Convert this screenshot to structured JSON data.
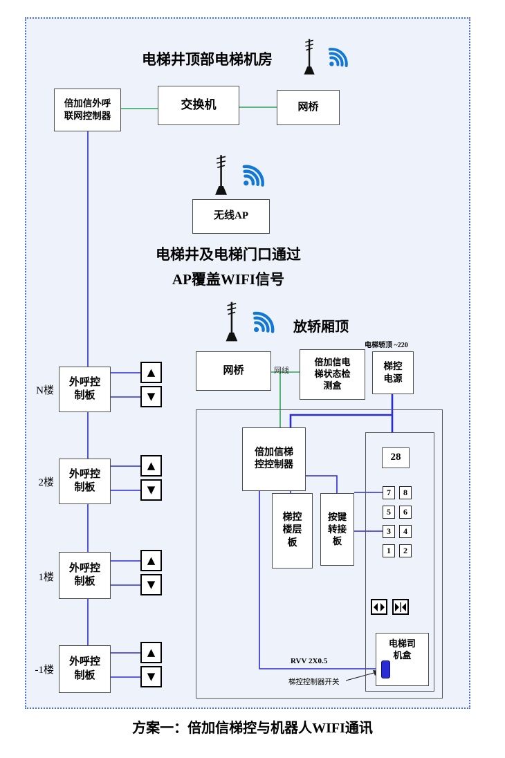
{
  "colors": {
    "diagram_bg": "#eef2fa",
    "border_dotted": "#4a6fd0",
    "green_line": "#2fa352",
    "blue_line": "#2b2bd5",
    "wifi_blue": "#1377d4"
  },
  "caption": "方案一：倍加信梯控与机器人WIFI通讯",
  "machine_room": {
    "title": "电梯井顶部电梯机房",
    "outcall_controller": "倍加信外呼\n联网控制器",
    "switch": "交换机",
    "bridge": "网桥"
  },
  "ap": {
    "label": "无线AP",
    "note1": "电梯井及电梯门口通过",
    "note2": "AP覆盖WIFI信号"
  },
  "car_top": {
    "title": "放轿厢顶",
    "power_note": "电梯轿顶 ~220",
    "bridge": "网桥",
    "net_cable": "网线",
    "status_box": "倍加信电\n梯状态检\n测盒",
    "power": "梯控\n电源",
    "controller": "倍加信梯\n控控制器",
    "floor_board": "梯控\n楼层\n板",
    "key_board": "按键\n转接\n板",
    "display": "28",
    "keys": [
      "7",
      "8",
      "5",
      "6",
      "3",
      "4",
      "1",
      "2"
    ],
    "driver_box": "电梯司\n机盒",
    "cable_label": "RVV 2X0.5",
    "switch_label": "梯控控制器开关"
  },
  "floors": [
    {
      "label": "N楼",
      "board": "外呼控\n制板"
    },
    {
      "label": "2楼",
      "board": "外呼控\n制板"
    },
    {
      "label": "1楼",
      "board": "外呼控\n制板"
    },
    {
      "label": "-1楼",
      "board": "外呼控\n制板"
    }
  ]
}
